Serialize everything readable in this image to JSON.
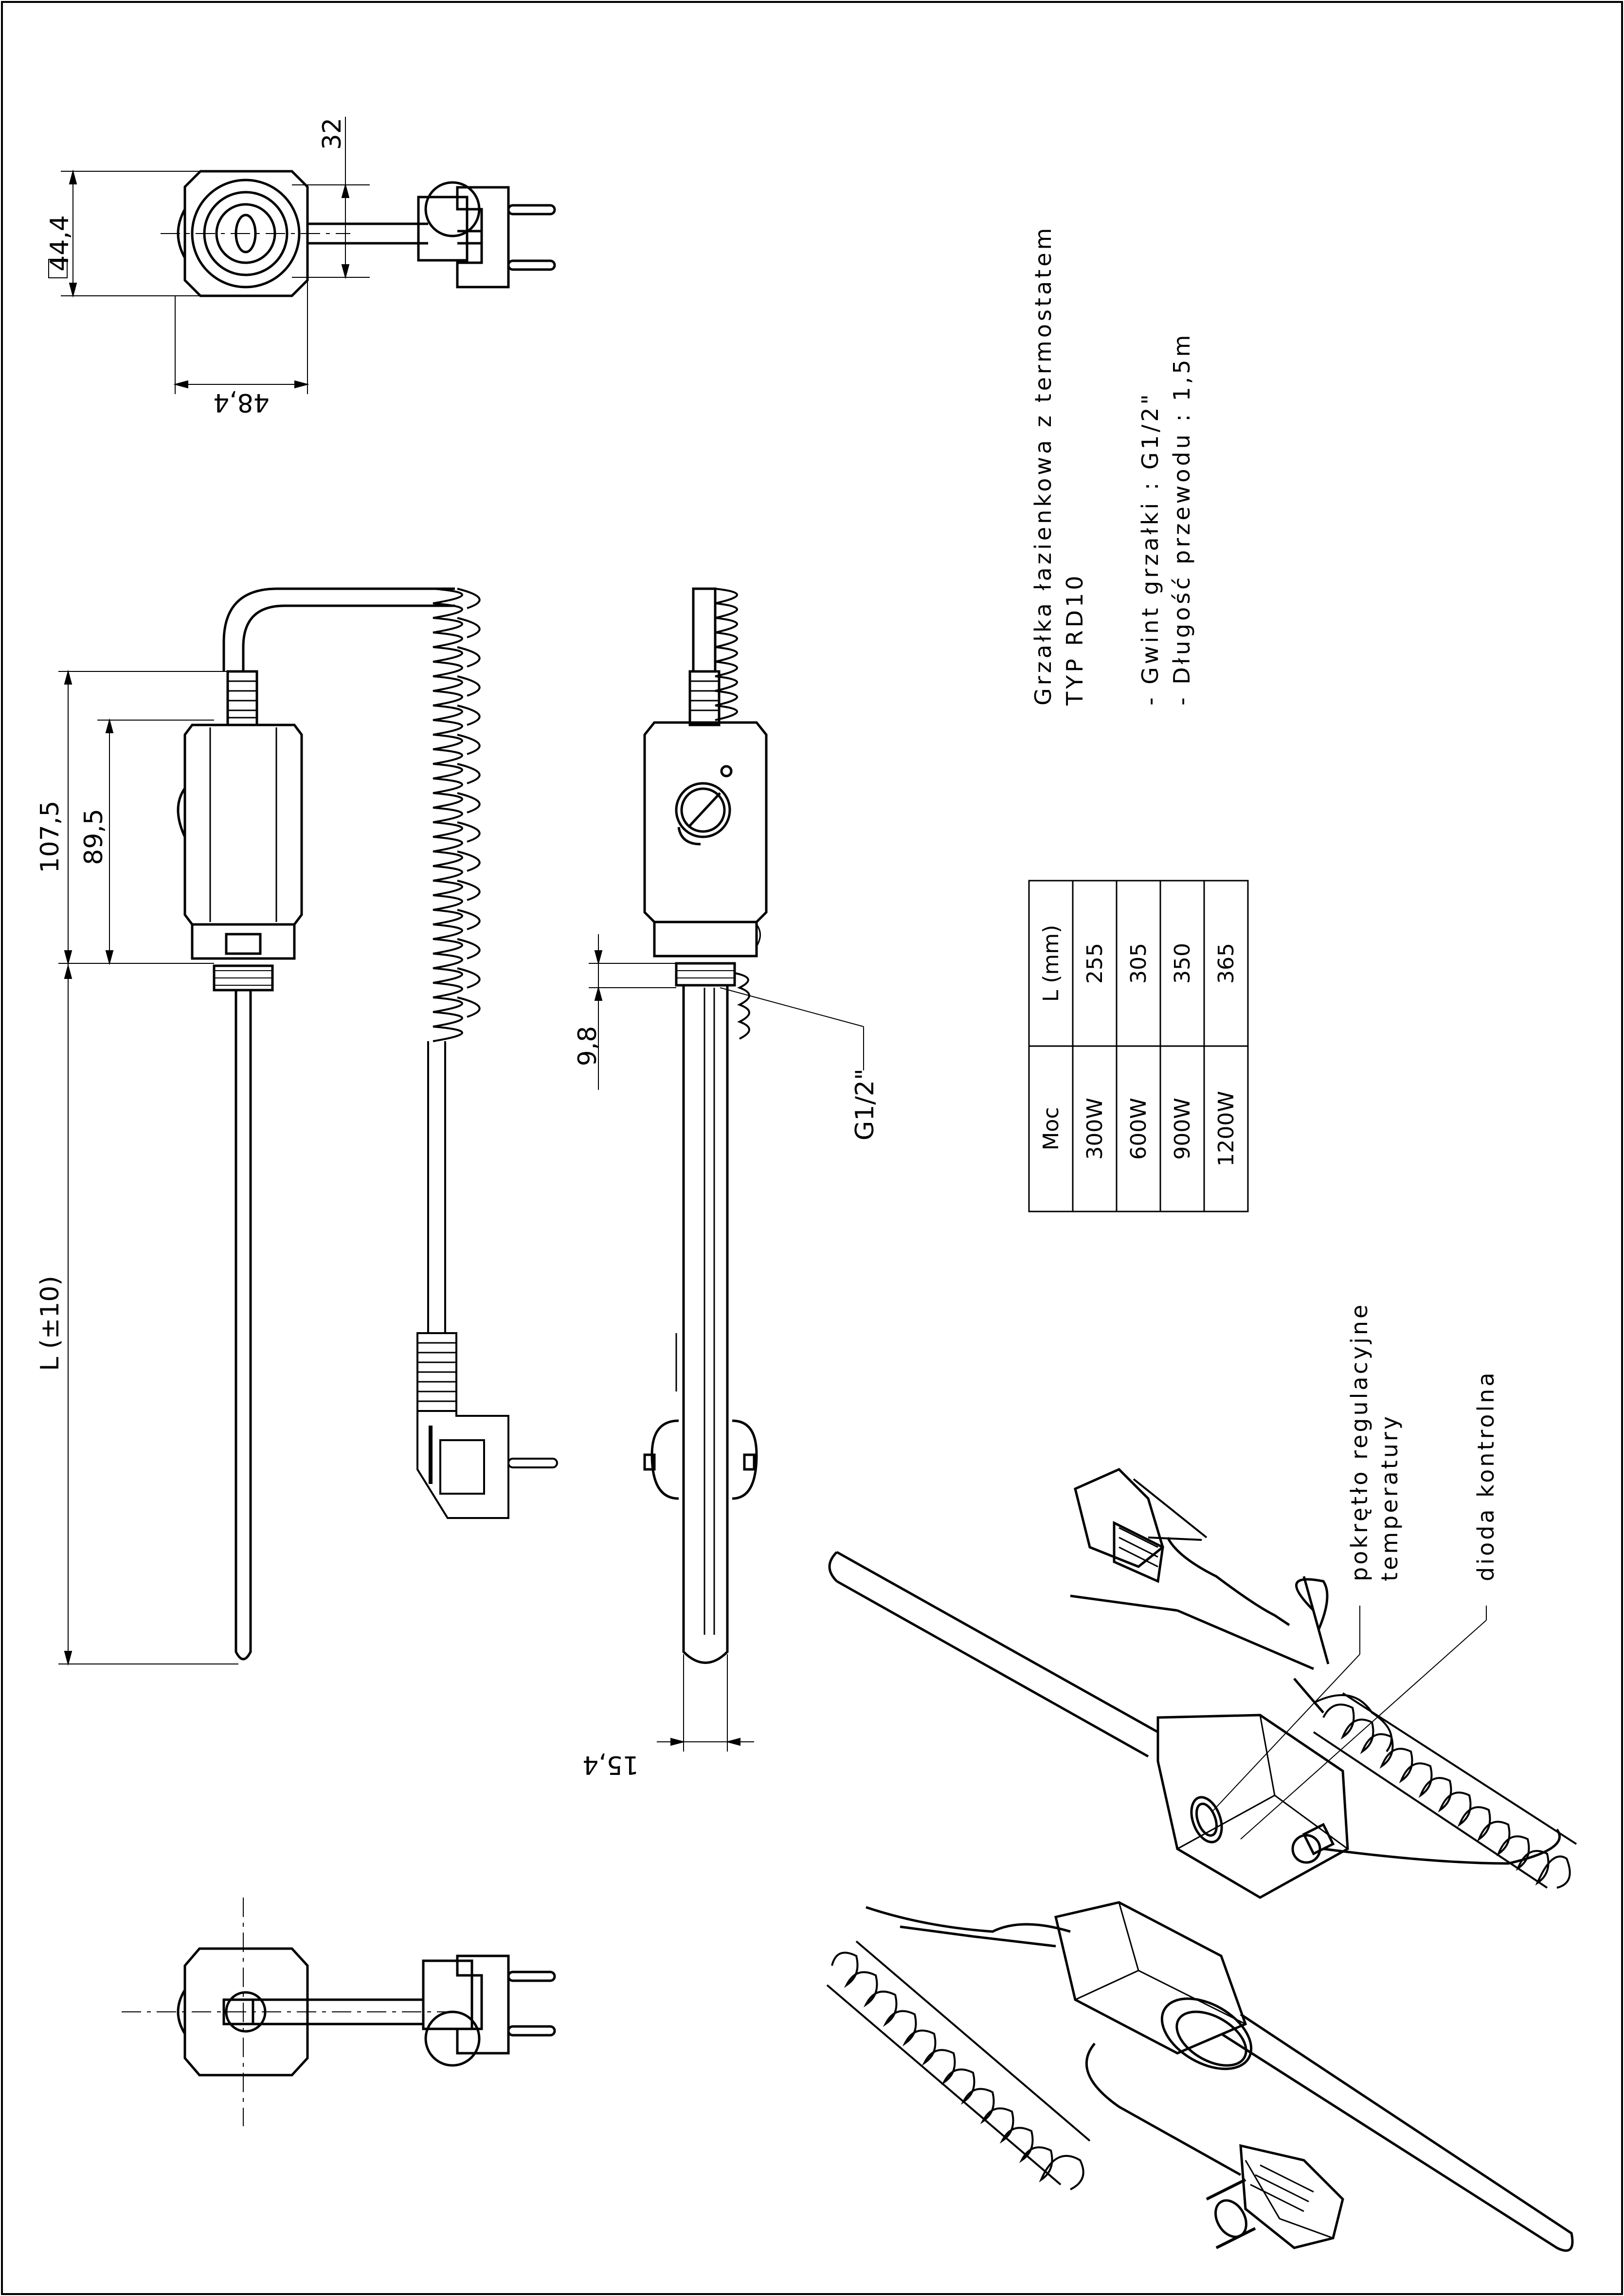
{
  "title": {
    "line1": "Grzałka łazienkowa z termostatem",
    "line2": "TYP RD10",
    "spec1": "- Gwint grzałki : G1/2\"",
    "spec2": "- Długość przewodu : 1,5m"
  },
  "dimensions": {
    "square": "44,4",
    "d32": "32",
    "d48": "48,4",
    "d107": "107,5",
    "d89": "89,5",
    "lpm": "L (±10)",
    "d98": "9,8",
    "thread": "G1/2\"",
    "d154": "15,4"
  },
  "table": {
    "headers": [
      "Moc",
      "L (mm)"
    ],
    "rows": [
      [
        "300W",
        "255"
      ],
      [
        "600W",
        "305"
      ],
      [
        "900W",
        "350"
      ],
      [
        "1200W",
        "365"
      ]
    ]
  },
  "callouts": {
    "knob1": "pokrętło regulacyjne",
    "knob2": "temperatury",
    "diode": "dioda kontrolna"
  }
}
